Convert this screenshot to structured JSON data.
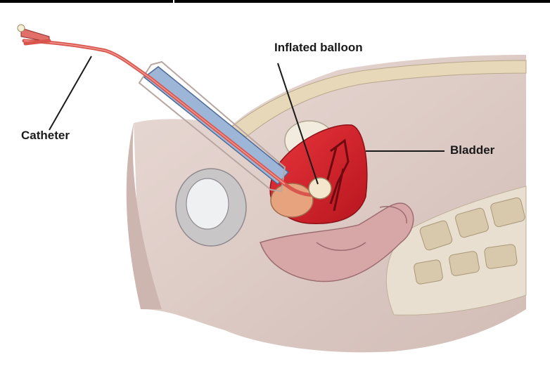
{
  "labels": {
    "catheter": "Catheter",
    "inflated_balloon": "Inflated balloon",
    "bladder": "Bladder"
  },
  "colors": {
    "skin": "#e0cfca",
    "catheter": "#d9564e",
    "bladder": "#d8242c",
    "bone": "#e7dccb",
    "blue_tissue": "#9db6d8"
  }
}
